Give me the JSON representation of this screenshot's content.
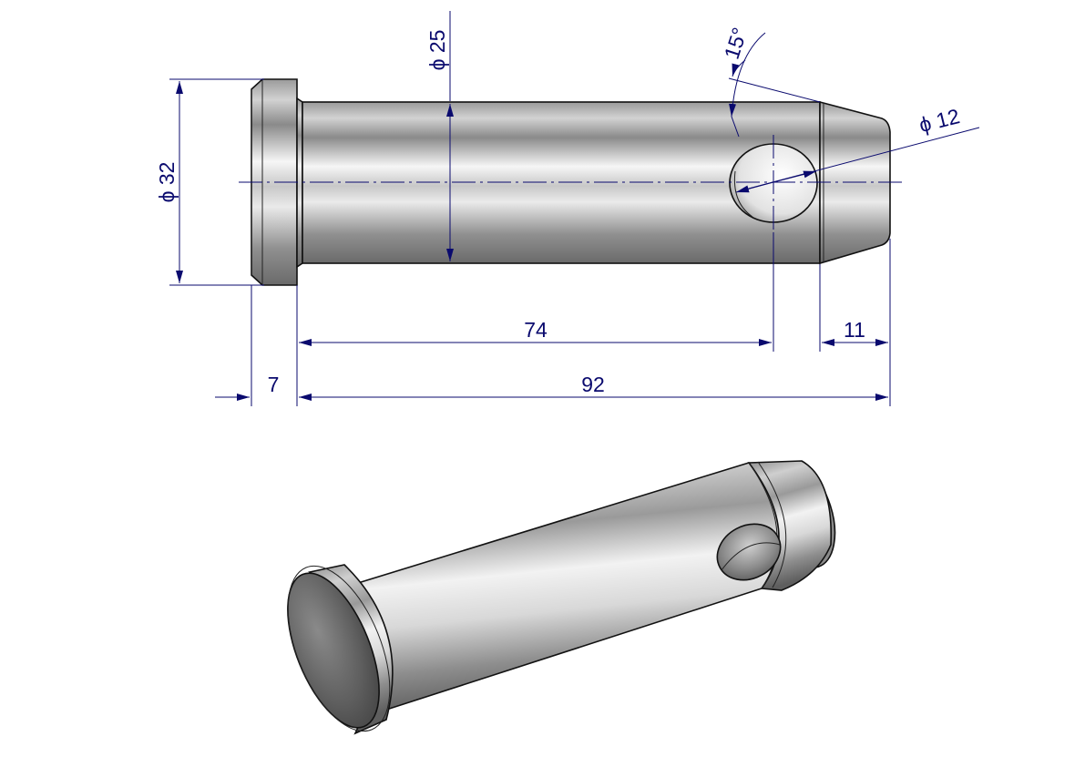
{
  "drawing": {
    "dimensions": {
      "head_diameter": "ϕ 32",
      "shaft_diameter": "ϕ 25",
      "hole_diameter": "ϕ 12",
      "chamfer_angle": "15°",
      "hole_position": "74",
      "chamfer_length": "11",
      "head_thickness": "7",
      "shaft_length": "92"
    }
  },
  "colors": {
    "dimension": "#0a0a6e",
    "outline": "#111111",
    "steel_light": "#f4f4f4",
    "steel_dark": "#6e6e6e"
  }
}
